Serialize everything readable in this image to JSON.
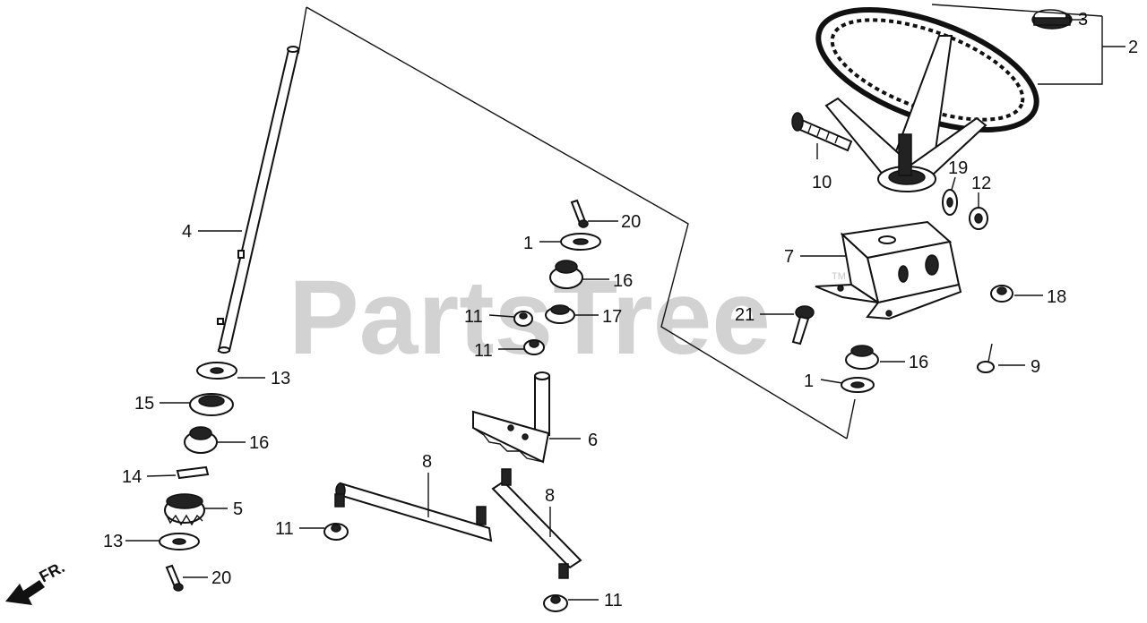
{
  "watermark": {
    "text": "PartsTree",
    "tm": "TM"
  },
  "direction": {
    "label": "FR."
  },
  "callouts": [
    {
      "id": "c1a",
      "text": "1"
    },
    {
      "id": "c1b",
      "text": "1"
    },
    {
      "id": "c2",
      "text": "2"
    },
    {
      "id": "c3",
      "text": "3"
    },
    {
      "id": "c4",
      "text": "4"
    },
    {
      "id": "c5",
      "text": "5"
    },
    {
      "id": "c6",
      "text": "6"
    },
    {
      "id": "c7",
      "text": "7"
    },
    {
      "id": "c8a",
      "text": "8"
    },
    {
      "id": "c8b",
      "text": "8"
    },
    {
      "id": "c9",
      "text": "9"
    },
    {
      "id": "c10",
      "text": "10"
    },
    {
      "id": "c11a",
      "text": "11"
    },
    {
      "id": "c11b",
      "text": "11"
    },
    {
      "id": "c11c",
      "text": "11"
    },
    {
      "id": "c11d",
      "text": "11"
    },
    {
      "id": "c12",
      "text": "12"
    },
    {
      "id": "c13a",
      "text": "13"
    },
    {
      "id": "c13b",
      "text": "13"
    },
    {
      "id": "c14",
      "text": "14"
    },
    {
      "id": "c15",
      "text": "15"
    },
    {
      "id": "c16a",
      "text": "16"
    },
    {
      "id": "c16b",
      "text": "16"
    },
    {
      "id": "c16c",
      "text": "16"
    },
    {
      "id": "c17",
      "text": "17"
    },
    {
      "id": "c18",
      "text": "18"
    },
    {
      "id": "c19",
      "text": "19"
    },
    {
      "id": "c20a",
      "text": "20"
    },
    {
      "id": "c20b",
      "text": "20"
    },
    {
      "id": "c21",
      "text": "21"
    }
  ]
}
